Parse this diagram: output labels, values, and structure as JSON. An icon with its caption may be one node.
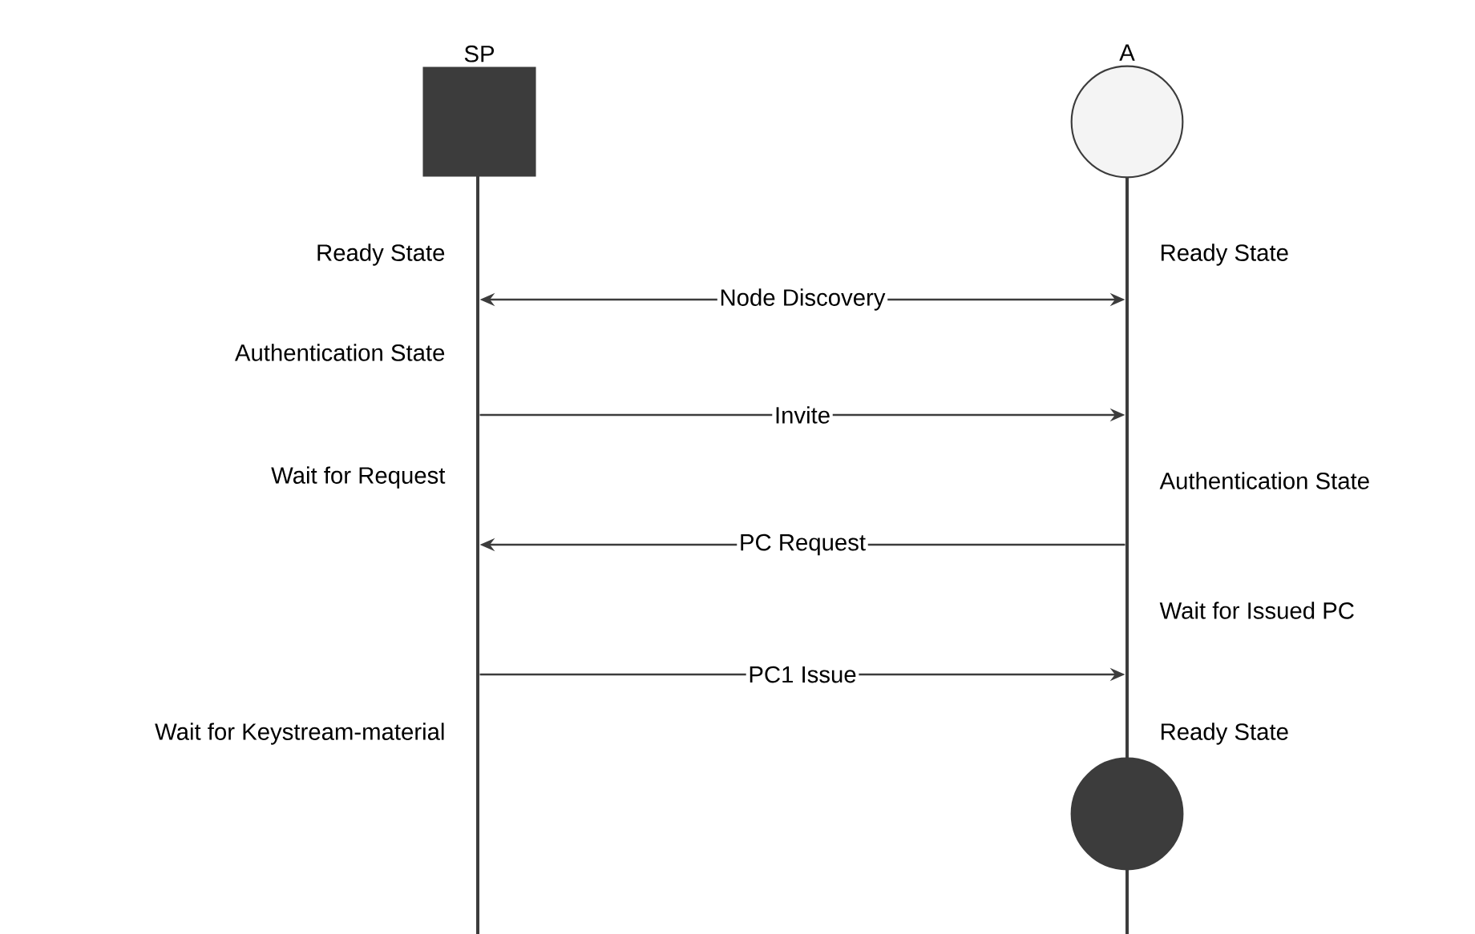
{
  "diagram": {
    "nodes": [
      {
        "text": [
          "SP"
        ]
      },
      {
        "text": [
          "A"
        ]
      },
      {
        "text": [],
        "shape": "bar"
      },
      {
        "text": [],
        "shape": "bar"
      },
      {
        "text": [],
        "shape": "circle"
      }
    ],
    "edges": [
      {
        "from": 2,
        "to": 3,
        "arrow": "both",
        "label": "Node Discovery"
      },
      {
        "from": 2,
        "to": 3,
        "arrow": "to",
        "label": "Invite"
      },
      {
        "from": 3,
        "to": 2,
        "arrow": "to",
        "label": "PC Request"
      },
      {
        "from": 2,
        "to": 3,
        "arrow": "to",
        "label": "PC1 Issue"
      }
    ],
    "labels": [
      "Ready State",
      "Ready State",
      "Authentication State",
      "Wait for Request",
      "Authentication State",
      "Wait for Issued PC",
      "Wait for Keystream-material",
      "Ready State"
    ]
  }
}
